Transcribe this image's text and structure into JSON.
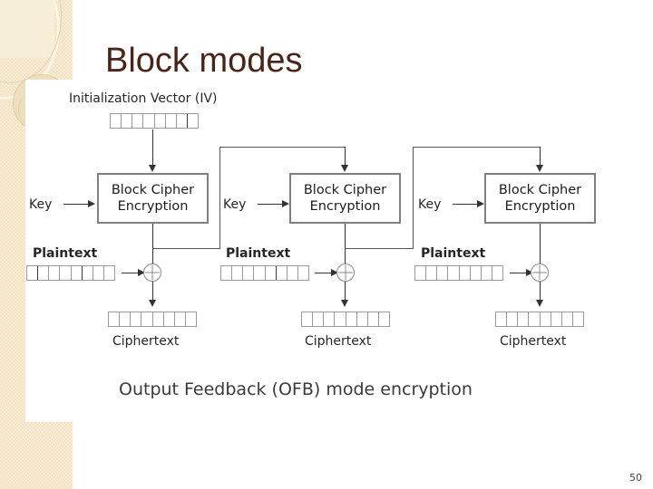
{
  "slide": {
    "title": "Block modes",
    "page_number": "50",
    "caption": "Output Feedback (OFB) mode encryption",
    "theme": {
      "title_color": "#4a2419",
      "band_color": "#f2e3c3",
      "panel_color": "#ffffff",
      "line_color": "#333333",
      "box_border_color": "#808080"
    }
  },
  "diagram": {
    "name": "ofb-mode-encryption",
    "iv_label": "Initialization Vector (IV)",
    "stages": [
      {
        "index": 1,
        "key_label": "Key",
        "cipher_line1": "Block Cipher",
        "cipher_line2": "Encryption",
        "plaintext_label": "Plaintext",
        "ciphertext_label": "Ciphertext",
        "xor_symbol": "⊕"
      },
      {
        "index": 2,
        "key_label": "Key",
        "cipher_line1": "Block Cipher",
        "cipher_line2": "Encryption",
        "plaintext_label": "Plaintext",
        "ciphertext_label": "Ciphertext",
        "xor_symbol": "⊕"
      },
      {
        "index": 3,
        "key_label": "Key",
        "cipher_line1": "Block Cipher",
        "cipher_line2": "Encryption",
        "plaintext_label": "Plaintext",
        "ciphertext_label": "Ciphertext",
        "xor_symbol": "⊕"
      }
    ],
    "bar_cell_count": 8
  }
}
